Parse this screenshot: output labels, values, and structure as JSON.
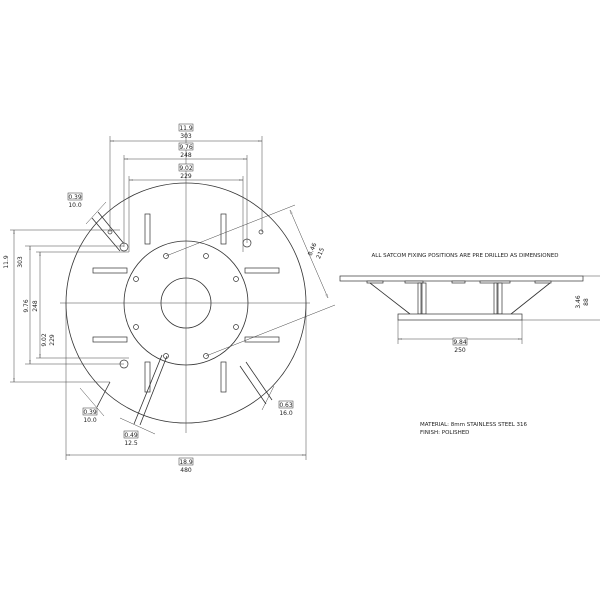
{
  "plan_view": {
    "dims": {
      "top_outer": {
        "in": "11.9",
        "mm": "303"
      },
      "top_mid": {
        "in": "9.76",
        "mm": "248"
      },
      "top_inner": {
        "in": "9.02",
        "mm": "229"
      },
      "left_outer": {
        "in": "11.9",
        "mm": "303"
      },
      "left_mid": {
        "in": "9.76",
        "mm": "248"
      },
      "left_inner": {
        "in": "9.02",
        "mm": "229"
      },
      "diagonal": {
        "in": "8.46",
        "mm": "215"
      },
      "slot_top_left": {
        "in": "0.39",
        "mm": "10.0"
      },
      "slot_bottom_left": {
        "in": "0.39",
        "mm": "10.0"
      },
      "slot_bottom": {
        "in": "0.49",
        "mm": "12.5"
      },
      "slot_bottom_right": {
        "in": "0.63",
        "mm": "16.0"
      },
      "overall": {
        "in": "18.9",
        "mm": "480"
      }
    }
  },
  "side_view": {
    "note": "ALL SATCOM FIXING POSITIONS ARE PRE DRILLED AS DIMENSIONED",
    "width_dim": {
      "in": "9.84",
      "mm": "250"
    },
    "height_dim": {
      "in": "3.46",
      "mm": "88"
    }
  },
  "notes": {
    "material": "MATERIAL: 8mm STAINLESS STEEL 316",
    "finish": "FINISH: POLISHED"
  }
}
